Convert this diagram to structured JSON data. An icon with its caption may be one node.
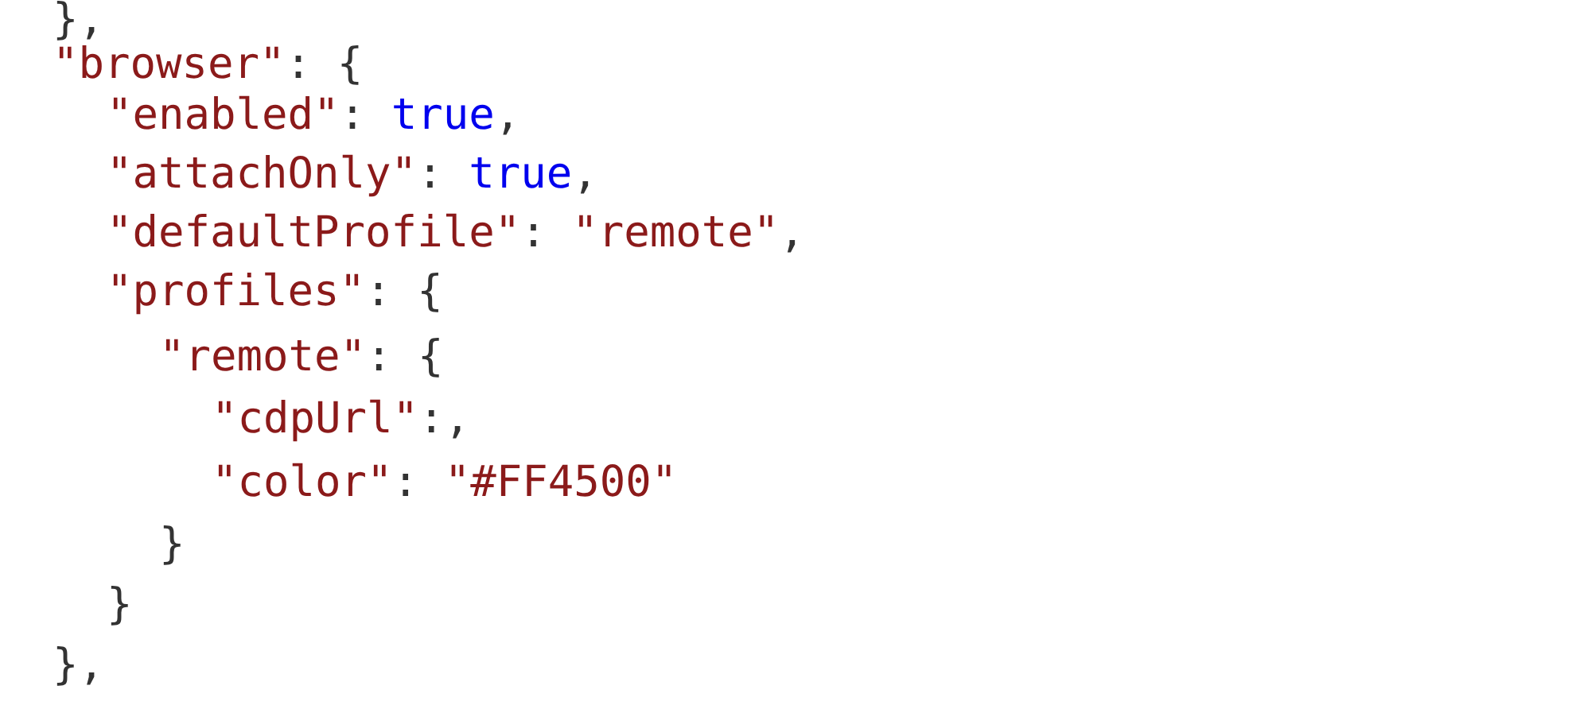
{
  "diagram": {
    "labels": [
      "},",
      "\"browser\": {",
      "\"enabled\": true,",
      "\"attachOnly\": true,",
      "\"defaultProfile\": \"remote\",",
      "\"profiles\": {",
      "\"remote\": {",
      "\"cdpUrl\":,",
      "\"color\": \"#FF4500\"",
      "}",
      "}",
      "},"
    ]
  }
}
